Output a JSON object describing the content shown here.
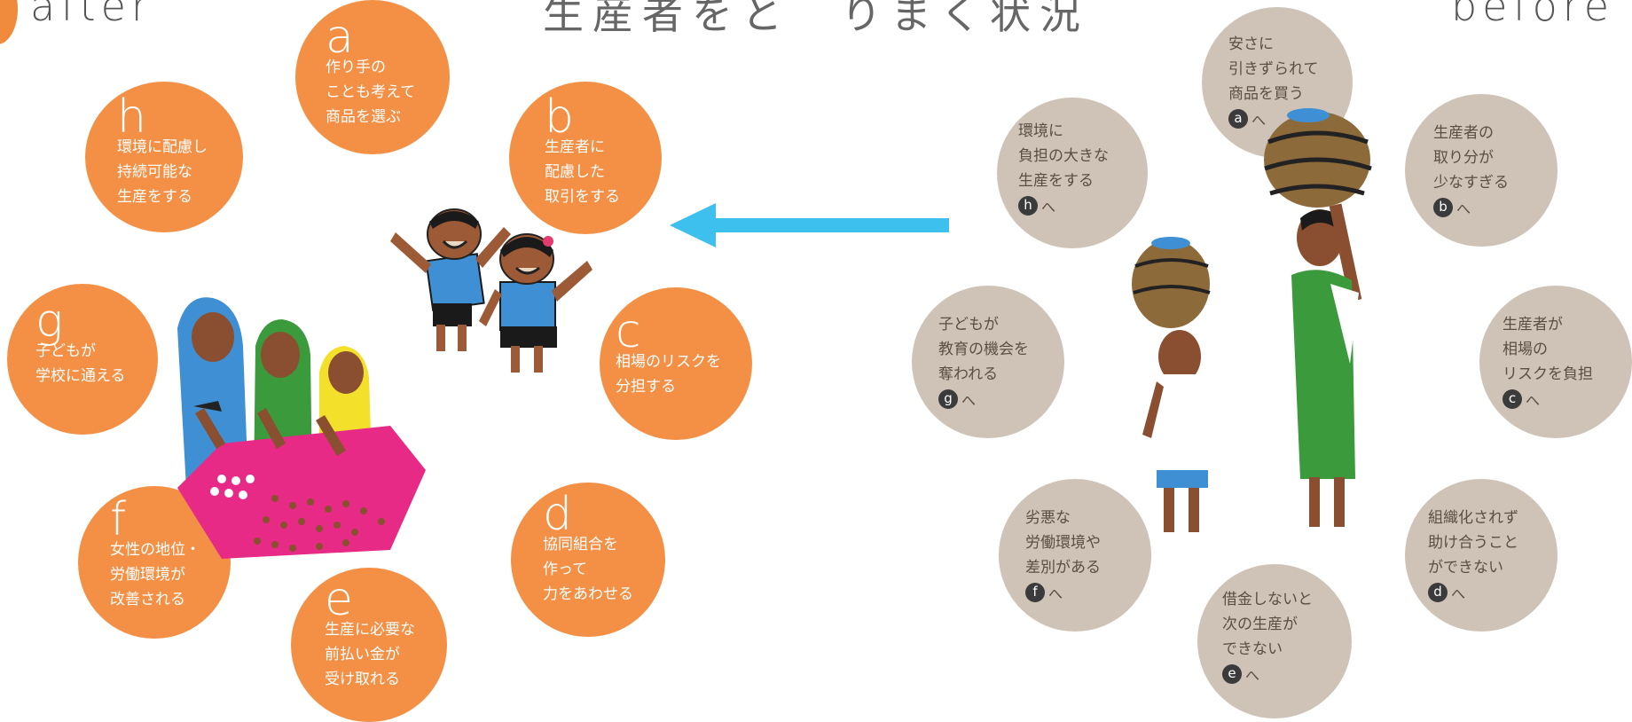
{
  "headers": {
    "after": "after",
    "title": "生産者をと　りまく状況",
    "before": "before"
  },
  "after_items": [
    {
      "letter": "a",
      "text": "作り手の\nことも考えて\n商品を選ぶ"
    },
    {
      "letter": "b",
      "text": "生産者に\n配慮した\n取引をする"
    },
    {
      "letter": "c",
      "text": "相場のリスクを\n分担する"
    },
    {
      "letter": "d",
      "text": "協同組合を\n作って\n力をあわせる"
    },
    {
      "letter": "e",
      "text": "生産に必要な\n前払い金が\n受け取れる"
    },
    {
      "letter": "f",
      "text": "女性の地位・\n労働環境が\n改善される"
    },
    {
      "letter": "g",
      "text": "子どもが\n学校に通える"
    },
    {
      "letter": "h",
      "text": "環境に配慮し\n持続可能な\n生産をする"
    }
  ],
  "before_items": [
    {
      "text": "安さに\n引きずられて\n商品を買う",
      "ref": "a",
      "suffix": "へ"
    },
    {
      "text": "生産者の\n取り分が\n少なすぎる",
      "ref": "b",
      "suffix": "へ"
    },
    {
      "text": "生産者が\n相場の\nリスクを負担",
      "ref": "c",
      "suffix": "へ"
    },
    {
      "text": "組織化されず\n助け合うこと\nができない",
      "ref": "d",
      "suffix": "へ"
    },
    {
      "text": "借金しないと\n次の生産が\nできない",
      "ref": "e",
      "suffix": "へ"
    },
    {
      "text": "劣悪な\n労働環境や\n差別がある",
      "ref": "f",
      "suffix": "へ"
    },
    {
      "text": "子どもが\n教育の機会を\n奪われる",
      "ref": "g",
      "suffix": "へ"
    },
    {
      "text": "環境に\n負担の大きな\n生産をする",
      "ref": "h",
      "suffix": "へ"
    }
  ],
  "colors": {
    "after_circle": "#f39045",
    "before_circle": "#cec3b6",
    "arrow": "#3ec0ef",
    "tag": "#f08a3c"
  },
  "illustrations": [
    "children-waving",
    "women-sorting-beans",
    "women-carrying-pots"
  ]
}
